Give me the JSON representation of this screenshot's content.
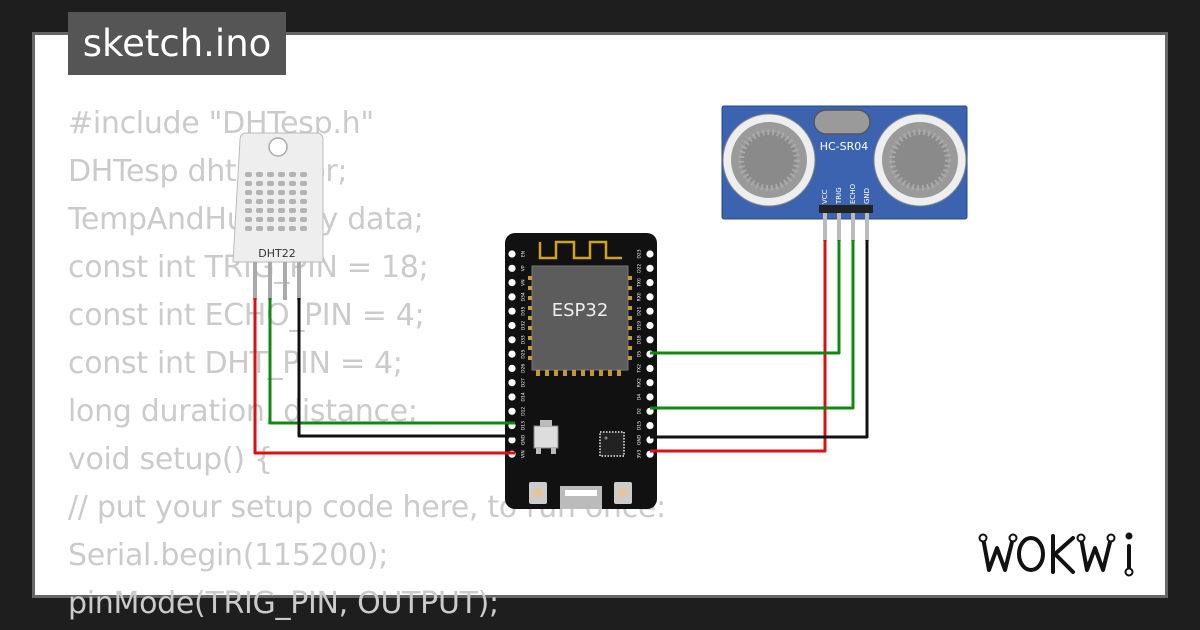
{
  "header": {
    "filename": "sketch.ino"
  },
  "code_lines": [
    "#include \"DHTesp.h\"",
    "DHTesp dhtSensor;",
    "TempAndHumidity data;",
    "const int TRIG_PIN = 18;",
    "const int ECHO_PIN = 4;",
    "const int DHT_PIN = 4;",
    "long duration, distance;",
    "void setup() {",
    "// put your setup code here, to run once:",
    "Serial.begin(115200);",
    "pinMode(TRIG_PIN, OUTPUT);"
  ],
  "components": {
    "dht22": {
      "label": "DHT22"
    },
    "esp32": {
      "label": "ESP32",
      "pins_left": [
        "EN",
        "VP",
        "VN",
        "D34",
        "D35",
        "D32",
        "D33",
        "D25",
        "D26",
        "D27",
        "D14",
        "D12",
        "D13",
        "GND",
        "VIN"
      ],
      "pins_right": [
        "D23",
        "D22",
        "TX0",
        "RX0",
        "D21",
        "D19",
        "D18",
        "D5",
        "TX2",
        "RX2",
        "D4",
        "D2",
        "D15",
        "GND",
        "3V3"
      ]
    },
    "hcsr04": {
      "label": "HC-SR04",
      "pins": [
        "VCC",
        "TRIG",
        "ECHO",
        "GND"
      ]
    }
  },
  "colors": {
    "power": "#dd1111",
    "ground": "#111111",
    "signal": "#118811",
    "board": "#111111",
    "sensor_body": "#3b63b0"
  },
  "brand": {
    "logo": "WOKWI"
  }
}
